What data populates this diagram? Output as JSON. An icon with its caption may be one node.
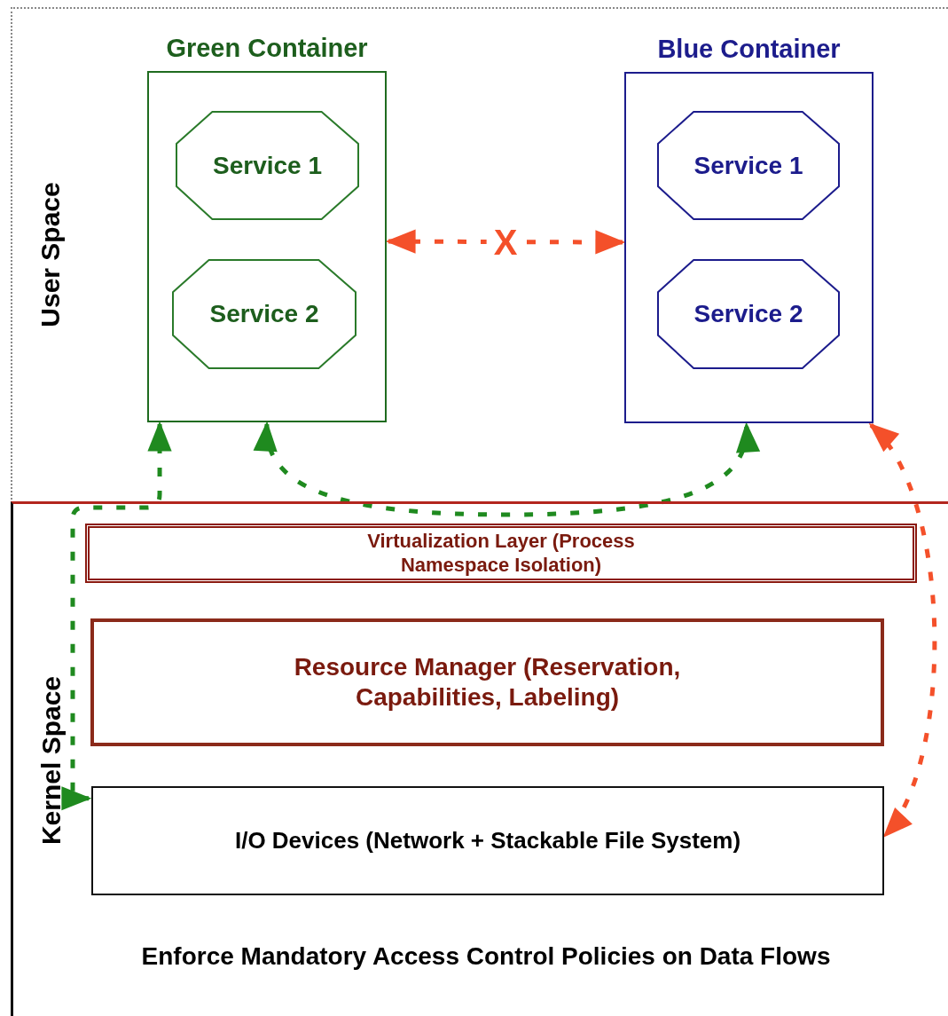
{
  "diagram": {
    "caption": "Enforce Mandatory Access Control Policies on Data Flows",
    "nodes": [
      {
        "text": [
          "User Space"
        ]
      },
      {
        "text": [
          "Green Container"
        ],
        "in": 0
      },
      {
        "text": [
          "Service 1"
        ],
        "in": 1
      },
      {
        "text": [
          "Service 2"
        ],
        "in": 1
      },
      {
        "text": [
          "Blue Container"
        ],
        "in": 0
      },
      {
        "text": [
          "Service 1"
        ],
        "in": 4
      },
      {
        "text": [
          "Service 2"
        ],
        "in": 4
      },
      {
        "text": [
          "Kernel Space"
        ]
      },
      {
        "text": [
          "Virtualization Layer (Process Namespace Isolation)"
        ],
        "in": 7
      },
      {
        "text": [
          "Resource Manager (Reservation, Capabilities, Labeling)"
        ],
        "in": 7
      },
      {
        "text": [
          "I/O Devices (Network + Stackable File System)"
        ],
        "in": 7
      }
    ],
    "edges": [
      {
        "from": 1,
        "to": 4,
        "arrow": "both",
        "label": "X",
        "style": "dashed",
        "color": "#f4502a"
      },
      {
        "from": 10,
        "to": 1,
        "arrow": "both",
        "style": "dashed",
        "color": "#1f8a1f"
      },
      {
        "from": 1,
        "to": 4,
        "arrow": "both",
        "style": "dashed",
        "color": "#1f8a1f"
      },
      {
        "from": 4,
        "to": 10,
        "arrow": "both",
        "style": "dashed",
        "color": "#f4502a"
      }
    ]
  }
}
